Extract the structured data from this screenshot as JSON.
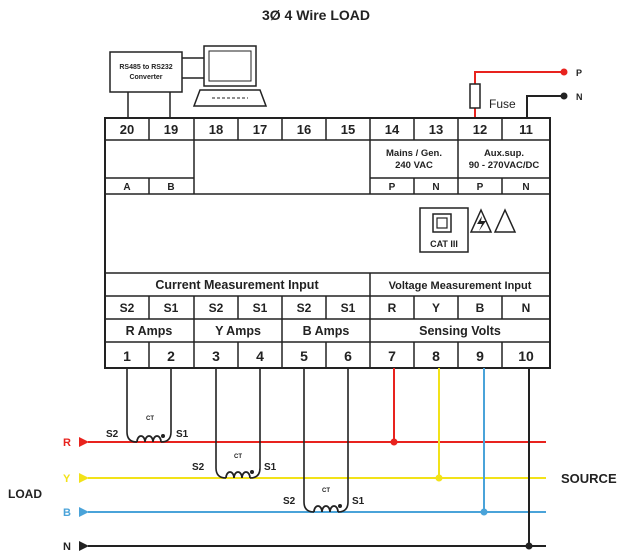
{
  "title": "3Ø 4 Wire LOAD",
  "converter": {
    "line1": "RS485 to RS232",
    "line2": "Converter"
  },
  "supply": {
    "p": "P",
    "n": "N",
    "fuse": "Fuse"
  },
  "terminals_top": [
    "20",
    "19",
    "18",
    "17",
    "16",
    "15",
    "14",
    "13",
    "12",
    "11"
  ],
  "mains": {
    "line1": "Mains / Gen.",
    "line2": "240 VAC"
  },
  "aux": {
    "line1": "Aux.sup.",
    "line2": "90 - 270VAC/DC"
  },
  "sub_labels": {
    "a": "A",
    "b": "B",
    "mp": "P",
    "mn": "N",
    "ap": "P",
    "an": "N"
  },
  "cat": "CAT III",
  "current_input": "Current Measurement Input",
  "voltage_input": "Voltage Measurement  Input",
  "ct_terminals": [
    "S2",
    "S1",
    "S2",
    "S1",
    "S2",
    "S1"
  ],
  "voltage_terminals": [
    "R",
    "Y",
    "B",
    "N"
  ],
  "groups": {
    "r": "R Amps",
    "y": "Y Amps",
    "b": "B Amps",
    "sensing": "Sensing Volts"
  },
  "terminals_bottom": [
    "1",
    "2",
    "3",
    "4",
    "5",
    "6",
    "7",
    "8",
    "9",
    "10"
  ],
  "ct_label": "CT",
  "ct_s2": "S2",
  "ct_s1": "S1",
  "phases": {
    "r": "R",
    "y": "Y",
    "b": "B",
    "n": "N"
  },
  "load": "LOAD",
  "source": "SOURCE",
  "colors": {
    "r": "#e8231e",
    "y": "#f2e219",
    "b": "#4aa3d9",
    "n": "#222222"
  }
}
